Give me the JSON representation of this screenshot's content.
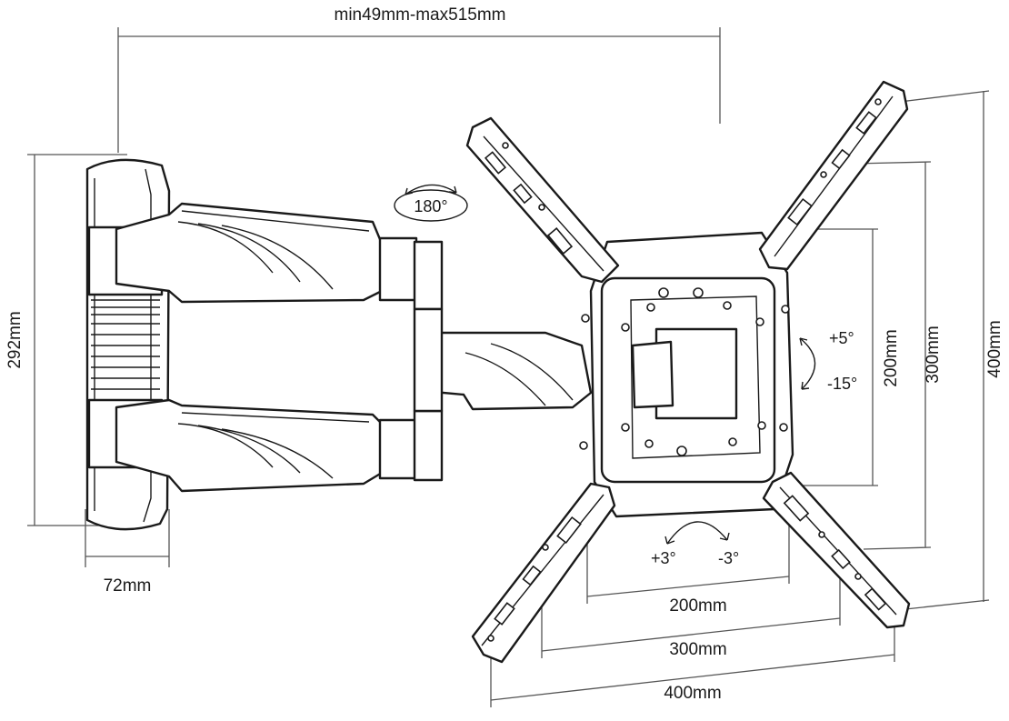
{
  "labels": {
    "arm_extension": "min49mm-max515mm",
    "height": "292mm",
    "depth": "72mm",
    "swivel": "180°",
    "tilt_up": "+5°",
    "tilt_down": "-15°",
    "rotate_left": "+3°",
    "rotate_right": "-3°",
    "vesa_h_200": "200mm",
    "vesa_h_300": "300mm",
    "vesa_h_400": "400mm",
    "vesa_v_200": "200mm",
    "vesa_v_300": "300mm",
    "vesa_v_400": "400mm"
  }
}
